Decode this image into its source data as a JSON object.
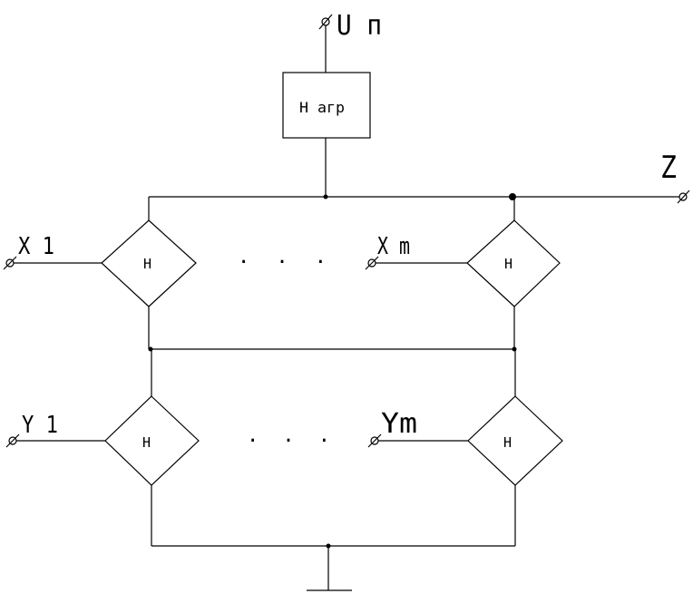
{
  "supply": {
    "label": "U п"
  },
  "load": {
    "label": "Н агр"
  },
  "output": {
    "label": "Z"
  },
  "inputs_x": [
    {
      "label": "X 1"
    },
    {
      "label": "X m"
    }
  ],
  "inputs_y": [
    {
      "label": "Y 1"
    },
    {
      "label": "Ym"
    }
  ],
  "gate_label": "Н",
  "ellipsis": "· · ·"
}
